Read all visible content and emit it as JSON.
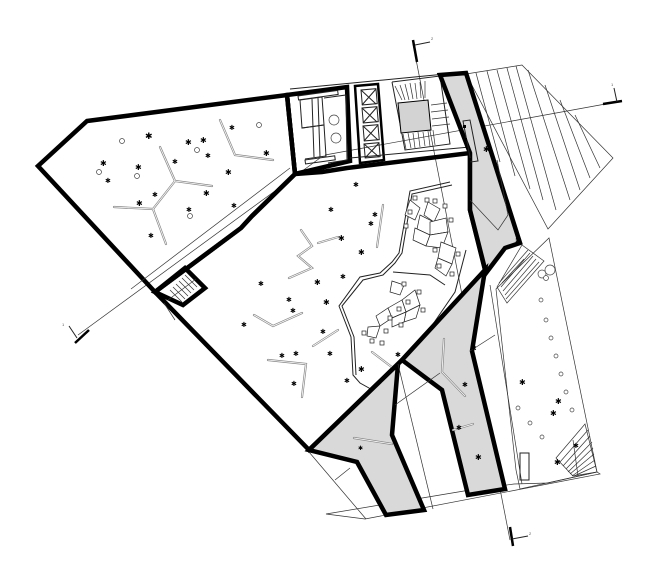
{
  "drawing": {
    "type": "architectural-floor-plan",
    "background": "#ffffff",
    "colors": {
      "wall": "#000000",
      "shaded_zone": "#d9d9d9",
      "partition": "#888888",
      "fine_line": "#333333"
    }
  },
  "section_markers": [
    {
      "id": "top",
      "label": "2"
    },
    {
      "id": "right",
      "label": "1"
    },
    {
      "id": "left",
      "label": "1"
    },
    {
      "id": "bottom",
      "label": "2"
    }
  ],
  "zones": [
    {
      "id": "west-wing",
      "description": "Pentagonal room with three-arm partitions"
    },
    {
      "id": "service-core",
      "description": "Restrooms, elevators, main stair"
    },
    {
      "id": "central-hall",
      "description": "Open hall with zig-zag partitions and seating"
    },
    {
      "id": "reading-area",
      "description": "Enclosed area with clustered tables and chairs"
    },
    {
      "id": "north-ramp",
      "description": "Shaded sloped zone with counter"
    },
    {
      "id": "south-ramps",
      "description": "Two shaded sloped zones"
    },
    {
      "id": "east-terrace",
      "description": "Terrace with column row and stair"
    },
    {
      "id": "north-east-fan",
      "description": "Fan-shaped exterior area with radial lines"
    },
    {
      "id": "west-stair",
      "description": "Secondary stair"
    }
  ]
}
